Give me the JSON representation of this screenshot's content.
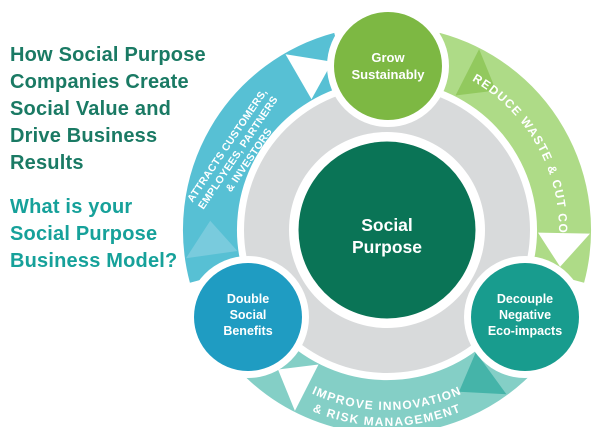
{
  "headline": {
    "title": "How Social Purpose\nCompanies Create\nSocial Value and\nDrive Business\nResults",
    "title_color": "#1a7a64",
    "question": "What is your\nSocial Purpose\nBusiness Model?",
    "question_color": "#16a19a"
  },
  "center": {
    "line1": "Social",
    "line2": "Purpose",
    "color": "#0a7456",
    "inner_ring_color": "#d8dadb"
  },
  "nodes": {
    "grow": {
      "line1": "Grow",
      "line2": "Sustainably",
      "color": "#7db843"
    },
    "decouple": {
      "line1": "Decouple",
      "line2": "Negative",
      "line3": "Eco-impacts",
      "color": "#189c8e"
    },
    "double": {
      "line1": "Double",
      "line2": "Social",
      "line3": "Benefits",
      "color": "#1f9cc2"
    }
  },
  "segments": {
    "attracts": {
      "line1": "ATTRACTS CUSTOMERS,",
      "line2": "EMPLOYEES, PARTNERS",
      "line3": "& INVESTORS",
      "color": "#57c0d4",
      "start_arrow_color": "#79cbdd"
    },
    "reduce": {
      "label": "REDUCE WASTE & CUT COSTS",
      "color": "#aedb87",
      "start_arrow_color": "#92c95e"
    },
    "improve": {
      "line1": "IMPROVE INNOVATION",
      "line2": "& RISK MANAGEMENT",
      "color": "#84cfc6",
      "start_arrow_color": "#45b4a9"
    }
  },
  "flow": {
    "arrow_color": "#ffffff"
  }
}
